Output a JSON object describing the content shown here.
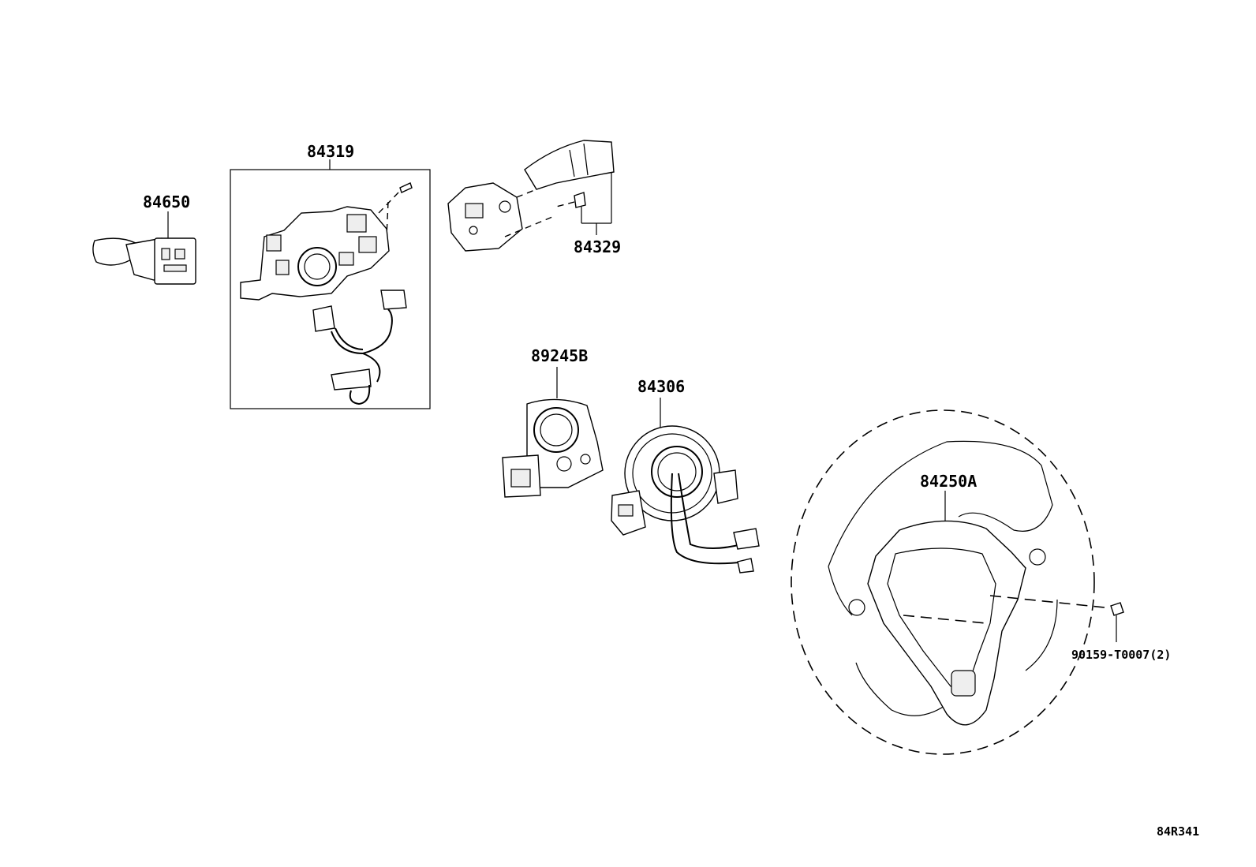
{
  "diagram": {
    "parts": [
      {
        "id": "84650",
        "label": "84650"
      },
      {
        "id": "84319",
        "label": "84319"
      },
      {
        "id": "84329",
        "label": "84329"
      },
      {
        "id": "89245B",
        "label": "89245B"
      },
      {
        "id": "84306",
        "label": "84306"
      },
      {
        "id": "84250A",
        "label": "84250A"
      },
      {
        "id": "90159",
        "label": "90159-T0007(2)"
      }
    ],
    "reference_code": "84R341"
  }
}
